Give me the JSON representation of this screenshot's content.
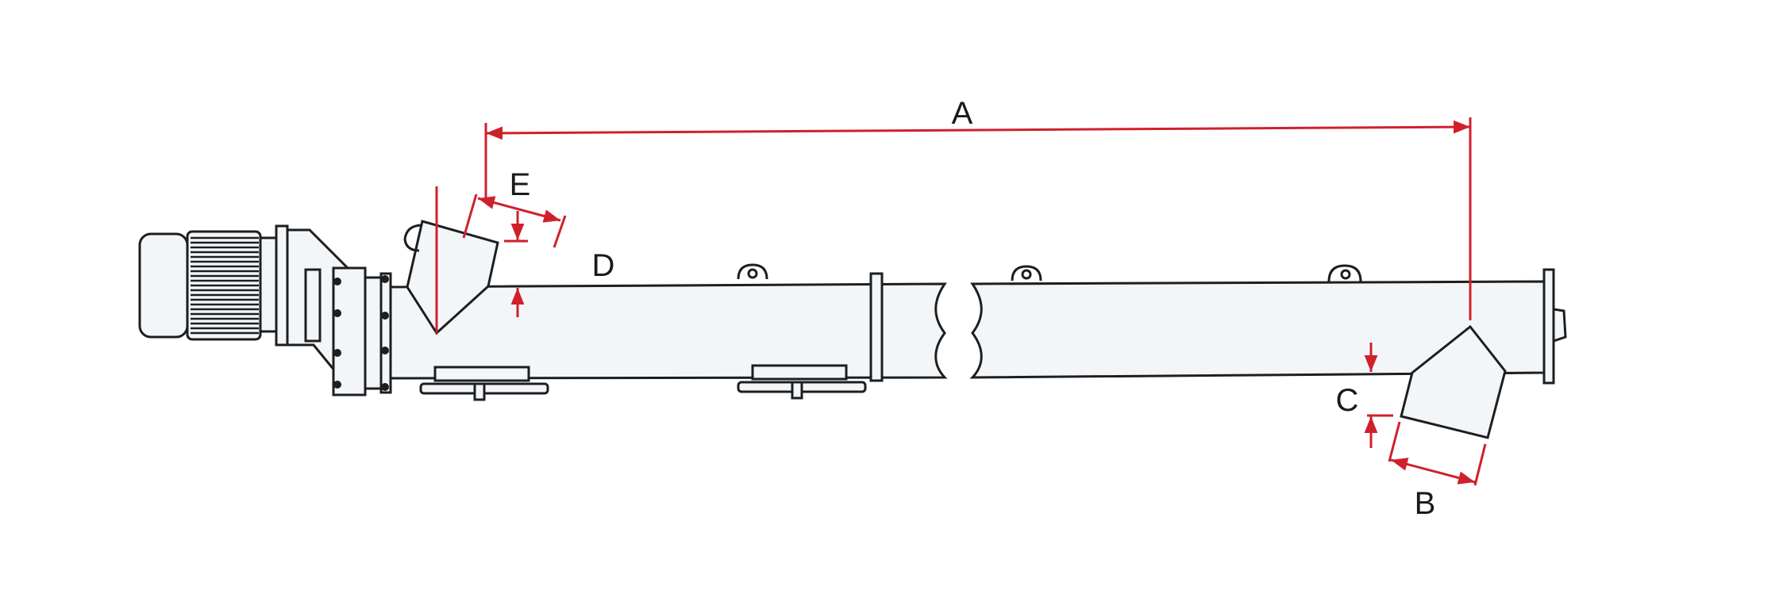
{
  "diagram": {
    "labels": {
      "a": "A",
      "b": "B",
      "c": "C",
      "d": "D",
      "e": "E"
    },
    "colors": {
      "dimension": "#d0202c",
      "outline": "#1e1e1e",
      "fill": "#f3f6f9"
    }
  }
}
